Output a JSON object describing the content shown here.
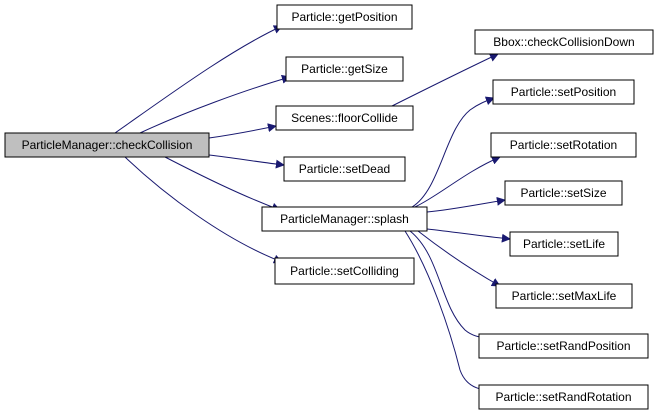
{
  "colors": {
    "edge": "#191970",
    "node_fill": "#ffffff",
    "root_fill": "#bfbfbf",
    "node_stroke": "#000000"
  },
  "nodes": [
    {
      "id": "root",
      "label": "ParticleManager::checkCollision",
      "root": true
    },
    {
      "id": "getPosition",
      "label": "Particle::getPosition"
    },
    {
      "id": "getSize",
      "label": "Particle::getSize"
    },
    {
      "id": "floorCollide",
      "label": "Scenes::floorCollide"
    },
    {
      "id": "setDead",
      "label": "Particle::setDead"
    },
    {
      "id": "splash",
      "label": "ParticleManager::splash"
    },
    {
      "id": "setColliding",
      "label": "Particle::setColliding"
    },
    {
      "id": "checkCollisionDown",
      "label": "Bbox::checkCollisionDown"
    },
    {
      "id": "setPosition",
      "label": "Particle::setPosition"
    },
    {
      "id": "setRotation",
      "label": "Particle::setRotation"
    },
    {
      "id": "setSize",
      "label": "Particle::setSize"
    },
    {
      "id": "setLife",
      "label": "Particle::setLife"
    },
    {
      "id": "setMaxLife",
      "label": "Particle::setMaxLife"
    },
    {
      "id": "setRandPosition",
      "label": "Particle::setRandPosition"
    },
    {
      "id": "setRandRotation",
      "label": "Particle::setRandRotation"
    }
  ],
  "edges": [
    {
      "from": "root",
      "to": "getPosition"
    },
    {
      "from": "root",
      "to": "getSize"
    },
    {
      "from": "root",
      "to": "floorCollide"
    },
    {
      "from": "root",
      "to": "setDead"
    },
    {
      "from": "root",
      "to": "splash"
    },
    {
      "from": "root",
      "to": "setColliding"
    },
    {
      "from": "floorCollide",
      "to": "checkCollisionDown"
    },
    {
      "from": "splash",
      "to": "setPosition"
    },
    {
      "from": "splash",
      "to": "setRotation"
    },
    {
      "from": "splash",
      "to": "setSize"
    },
    {
      "from": "splash",
      "to": "setLife"
    },
    {
      "from": "splash",
      "to": "setMaxLife"
    },
    {
      "from": "splash",
      "to": "setRandPosition"
    },
    {
      "from": "splash",
      "to": "setRandRotation"
    }
  ]
}
